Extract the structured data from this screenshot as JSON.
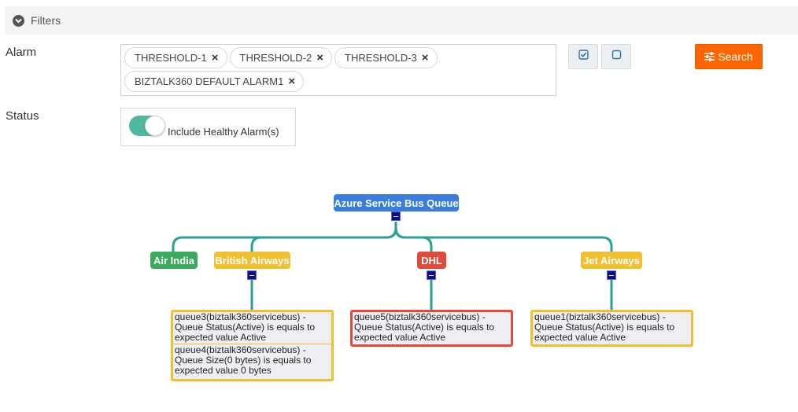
{
  "filters": {
    "title": "Filters",
    "icon": "chevron-down-circle-icon"
  },
  "alarm": {
    "label": "Alarm",
    "tags": [
      {
        "label": "THRESHOLD-1"
      },
      {
        "label": "THRESHOLD-2"
      },
      {
        "label": "THRESHOLD-3"
      },
      {
        "label": "BIZTALK360 DEFAULT ALARM1"
      }
    ],
    "remove_glyph": "×"
  },
  "buttons": {
    "select_all_icon": "checkbox-checked-icon",
    "clear_all_icon": "checkbox-empty-icon",
    "search_label": "Search",
    "search_icon": "sliders-icon"
  },
  "status": {
    "label": "Status",
    "toggle_label": "Include Healthy Alarm(s)",
    "toggle_on": true
  },
  "tree": {
    "root": {
      "label": "Azure Service Bus Queue",
      "color": "#3b7ddd"
    },
    "children": [
      {
        "label": "Air India",
        "color": "#3aaa5c"
      },
      {
        "label": "British Airways",
        "color": "#f0c030"
      },
      {
        "label": "DHL",
        "color": "#e24b3b"
      },
      {
        "label": "Jet Airways",
        "color": "#f0c030"
      }
    ],
    "details": [
      {
        "parent": "British Airways",
        "border": "#f0c030",
        "items": [
          "queue3(biztalk360servicebus) - Queue Status(Active) is equals to expected value Active",
          "queue4(biztalk360servicebus) - Queue Size(0 bytes) is equals to expected value 0 bytes"
        ]
      },
      {
        "parent": "DHL",
        "border": "#e24b3b",
        "items": [
          "queue5(biztalk360servicebus) - Queue Status(Active) is equals to expected value Active"
        ]
      },
      {
        "parent": "Jet Airways",
        "border": "#f0c030",
        "items": [
          "queue1(biztalk360servicebus) - Queue Status(Active) is equals to expected value Active"
        ]
      }
    ],
    "connector_color": "#2aa198",
    "collapse_glyph": "−"
  }
}
